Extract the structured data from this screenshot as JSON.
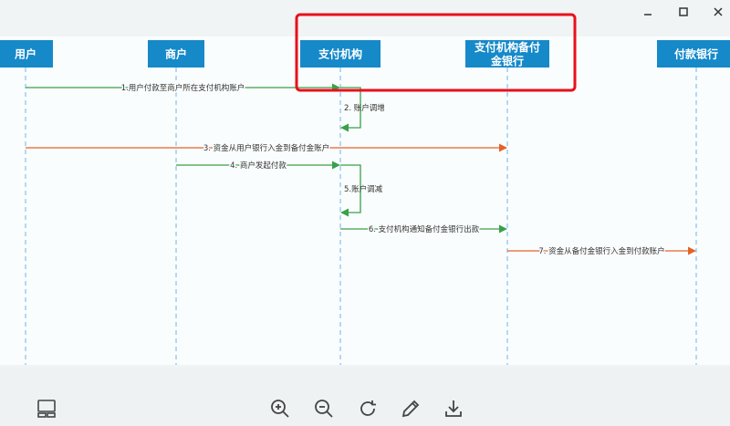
{
  "window": {
    "minimize_icon": "minimize-icon",
    "maximize_icon": "maximize-icon",
    "close_icon": "close-icon"
  },
  "colors": {
    "actor_box": "#1689c9",
    "lifeline": "#86bff0",
    "message_green": "#3aa04a",
    "message_orange": "#e46228",
    "highlight": "#e8101a"
  },
  "actors": [
    {
      "id": "user",
      "label": "用户"
    },
    {
      "id": "merchant",
      "label": "商户"
    },
    {
      "id": "payment_org",
      "label": "支付机构"
    },
    {
      "id": "reserve_bank",
      "label": "支付机构备付金银行"
    },
    {
      "id": "payer_bank",
      "label": "付款银行"
    }
  ],
  "messages": [
    {
      "step": 1,
      "text": "1.用户付款至商户所在支付机构账户",
      "from": "user",
      "to": "payment_org",
      "color": "green"
    },
    {
      "step": 2,
      "text": "2. 账户调增",
      "from": "payment_org",
      "to": "payment_org",
      "color": "green",
      "self": true
    },
    {
      "step": 3,
      "text": "3. 资金从用户银行入金到备付金账户",
      "from": "user",
      "to": "reserve_bank",
      "color": "orange"
    },
    {
      "step": 4,
      "text": "4. 商户发起付款",
      "from": "merchant",
      "to": "payment_org",
      "color": "green"
    },
    {
      "step": 5,
      "text": "5.账户调减",
      "from": "payment_org",
      "to": "payment_org",
      "color": "green",
      "self": true
    },
    {
      "step": 6,
      "text": "6. 支付机构通知备付金银行出款",
      "from": "payment_org",
      "to": "reserve_bank",
      "color": "green"
    },
    {
      "step": 7,
      "text": "7. 资金从备付金银行入金到付款账户",
      "from": "reserve_bank",
      "to": "payer_bank",
      "color": "orange"
    }
  ],
  "toolbar": [
    {
      "id": "layout",
      "icon": "layout-icon"
    },
    {
      "id": "zoom_in",
      "icon": "zoom-in-icon"
    },
    {
      "id": "zoom_out",
      "icon": "zoom-out-icon"
    },
    {
      "id": "refresh",
      "icon": "refresh-icon"
    },
    {
      "id": "edit",
      "icon": "pencil-icon"
    },
    {
      "id": "download",
      "icon": "download-icon"
    }
  ]
}
